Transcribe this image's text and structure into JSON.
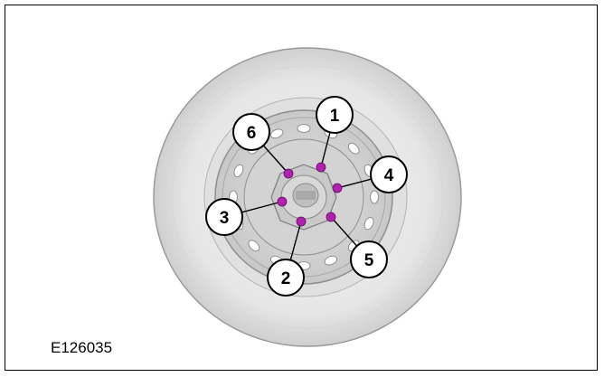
{
  "figure": {
    "id_label": "E126035",
    "callouts": [
      {
        "label": "1",
        "lug_nut": "1"
      },
      {
        "label": "2",
        "lug_nut": "2"
      },
      {
        "label": "3",
        "lug_nut": "3"
      },
      {
        "label": "4",
        "lug_nut": "4"
      },
      {
        "label": "5",
        "lug_nut": "5"
      },
      {
        "label": "6",
        "lug_nut": "6"
      }
    ]
  },
  "colors": {
    "tire": "#e4e4e4",
    "tire_edge": "#9a9a9a",
    "rim": "#d9d9d9",
    "lug_nut": "#b21fb2",
    "callout_fill": "#ffffff",
    "outline": "#000000"
  }
}
